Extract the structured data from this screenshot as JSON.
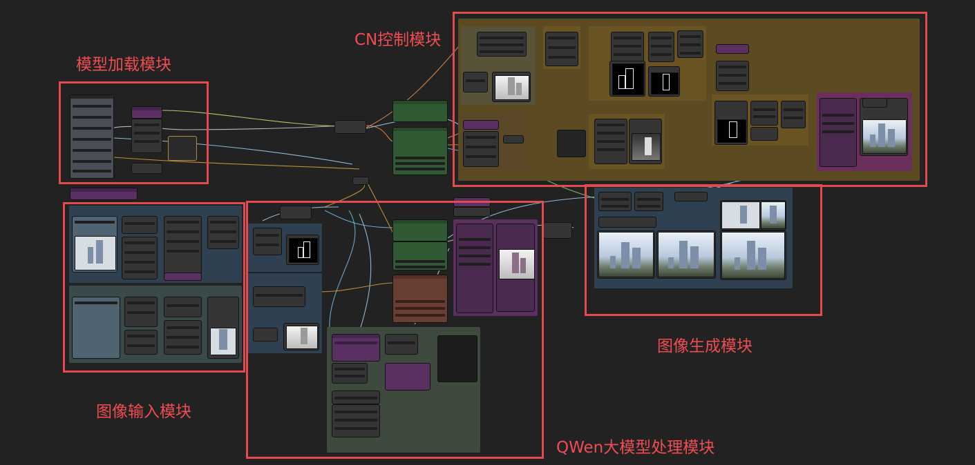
{
  "canvas": {
    "background": "#222222",
    "accent": "#e34b4f"
  },
  "annotations": [
    {
      "id": "model-loading",
      "label": "模型加载模块"
    },
    {
      "id": "cn-control",
      "label": "CN控制模块"
    },
    {
      "id": "image-input",
      "label": "图像输入模块"
    },
    {
      "id": "image-generation",
      "label": "图像生成模块"
    },
    {
      "id": "qwen-processing",
      "label": "QWen大模型处理模块"
    }
  ],
  "wire_colors": [
    "#d39a3a",
    "#9ec9e6",
    "#6fb7d9",
    "#e08a4a",
    "#d9cf6f",
    "#c9c9c9",
    "#7fbf7a"
  ],
  "icons": {
    "connector": "dot-icon"
  }
}
